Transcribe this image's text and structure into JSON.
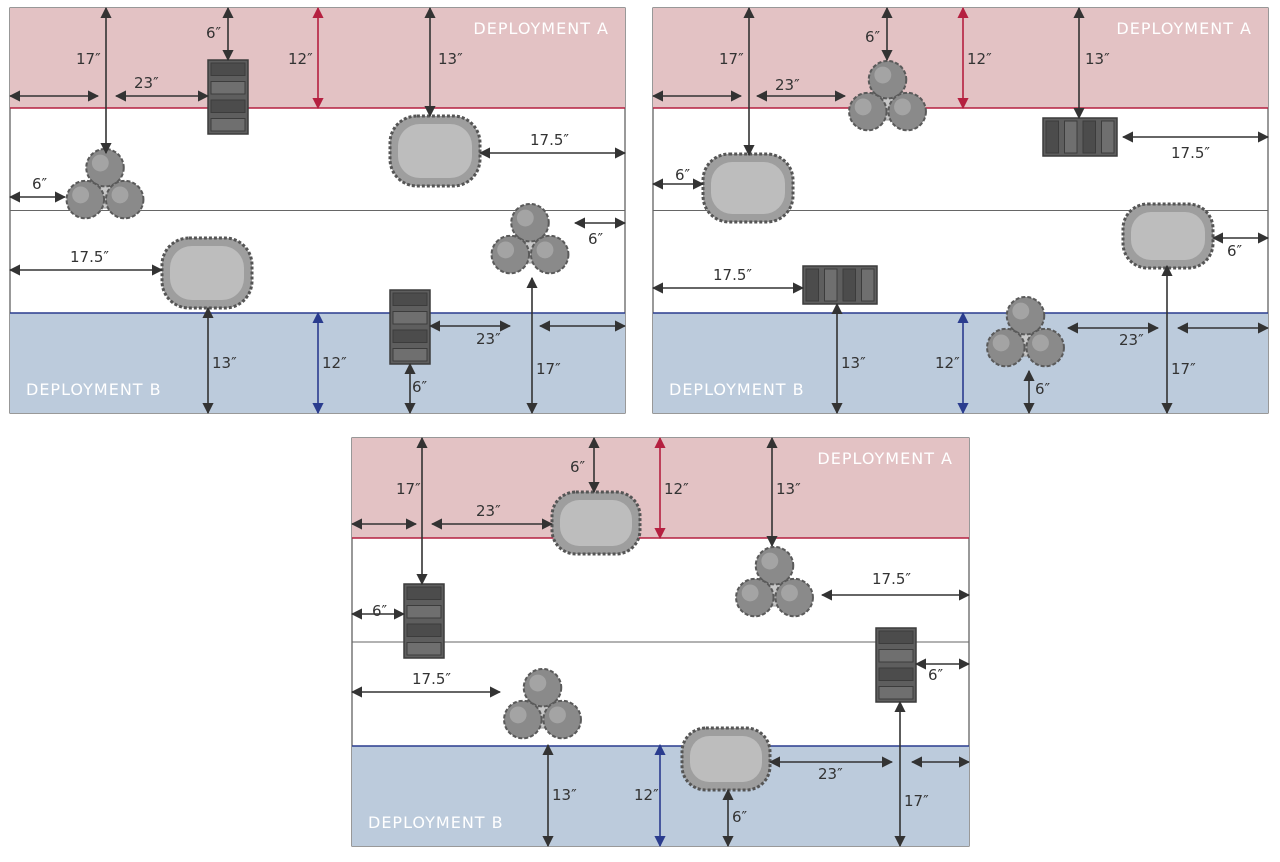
{
  "zone_label_a": "DEPLOYMENT A",
  "zone_label_b": "DEPLOYMENT B",
  "colors": {
    "zone_a": "#e3c2c4",
    "zone_b": "#bccbdc",
    "line_a": "#b52040",
    "line_b": "#2a3c8e",
    "arrow": "#333333",
    "rock": "#9e9e9e",
    "rock_edge": "#555555",
    "tree": "#8a8a8a",
    "ruin": "#5e5e5e"
  },
  "maps": [
    {
      "id": "map-1",
      "objects": [
        {
          "type": "ruin",
          "name": "ruin-vertical"
        },
        {
          "type": "rock",
          "name": "rock-top"
        },
        {
          "type": "trees",
          "name": "trees-left"
        },
        {
          "type": "trees",
          "name": "trees-right"
        },
        {
          "type": "rock",
          "name": "rock-left"
        },
        {
          "type": "ruin",
          "name": "ruin-bottom"
        }
      ],
      "labels": [
        "17″",
        "6″",
        "23″",
        "12″",
        "13″",
        "17.5″",
        "6″",
        "6″",
        "17.5″",
        "13″",
        "12″",
        "23″",
        "17″",
        "6″"
      ]
    },
    {
      "id": "map-2",
      "objects": [
        {
          "type": "trees",
          "name": "trees-top"
        },
        {
          "type": "ruin",
          "name": "ruin-top"
        },
        {
          "type": "rock",
          "name": "rock-left"
        },
        {
          "type": "rock",
          "name": "rock-right"
        },
        {
          "type": "ruin",
          "name": "ruin-left"
        },
        {
          "type": "trees",
          "name": "trees-bottom"
        }
      ],
      "labels": [
        "17″",
        "6″",
        "23″",
        "12″",
        "13″",
        "17.5″",
        "6″",
        "6″",
        "17.5″",
        "13″",
        "12″",
        "23″",
        "17″",
        "6″"
      ]
    },
    {
      "id": "map-3",
      "objects": [
        {
          "type": "rock",
          "name": "rock-top"
        },
        {
          "type": "trees",
          "name": "trees-top"
        },
        {
          "type": "ruin",
          "name": "ruin-left"
        },
        {
          "type": "ruin",
          "name": "ruin-right"
        },
        {
          "type": "trees",
          "name": "trees-left"
        },
        {
          "type": "rock",
          "name": "rock-bottom"
        }
      ],
      "labels": [
        "17″",
        "6″",
        "23″",
        "12″",
        "13″",
        "17.5″",
        "6″",
        "6″",
        "17.5″",
        "13″",
        "12″",
        "23″",
        "17″",
        "6″"
      ]
    }
  ]
}
